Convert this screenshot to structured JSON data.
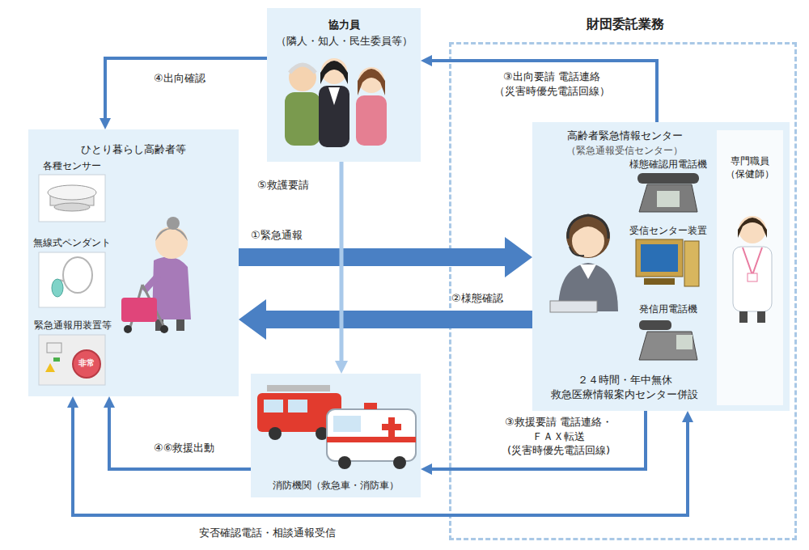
{
  "diagram": {
    "nodes": [
      {
        "text": [
          "協力員",
          "（隣人・知人・民生委員等）"
        ]
      },
      {
        "text": [
          "ひとり暮らし高齢者等"
        ]
      },
      {
        "text": [
          "財団委託業務"
        ]
      },
      {
        "text": [
          "高齢者緊急情報センター",
          "（緊急通報受信センター）",
          "２４時間・年中無休 救急医療情報案内センター併設"
        ],
        "in": 2
      },
      {
        "text": [
          "専門職員 （保健師）"
        ],
        "in": 3
      },
      {
        "text": [
          "消防機関（救急車・消防車）"
        ]
      }
    ],
    "edges": [
      {
        "from": 1,
        "to": 3,
        "arrow": "to",
        "label": "①緊急通報"
      },
      {
        "from": 3,
        "to": 1,
        "arrow": "to",
        "label": "②様態確認"
      },
      {
        "from": 3,
        "to": 0,
        "arrow": "to",
        "label": "③出向要請 電話連絡（災害時優先電話回線）"
      },
      {
        "from": 0,
        "to": 1,
        "arrow": "to",
        "label": "④出向確認"
      },
      {
        "from": 0,
        "to": 5,
        "arrow": "to",
        "label": "⑤救護要請"
      },
      {
        "from": 3,
        "to": 5,
        "arrow": "to",
        "label": "③救援要請 電話連絡・ＦＡＸ転送 (災害時優先電話回線)"
      },
      {
        "from": 5,
        "to": 1,
        "arrow": "to",
        "label": "④⑥救援出動"
      },
      {
        "from": 1,
        "to": 3,
        "arrow": "both",
        "label": "安否確認電話・相談通報受信"
      }
    ],
    "labels": [
      "各種センサー",
      "無線式ペンダント",
      "緊急通報用装置等",
      "非常",
      "様態確認用電話機",
      "受信センター装置",
      "発信用電話機"
    ]
  }
}
